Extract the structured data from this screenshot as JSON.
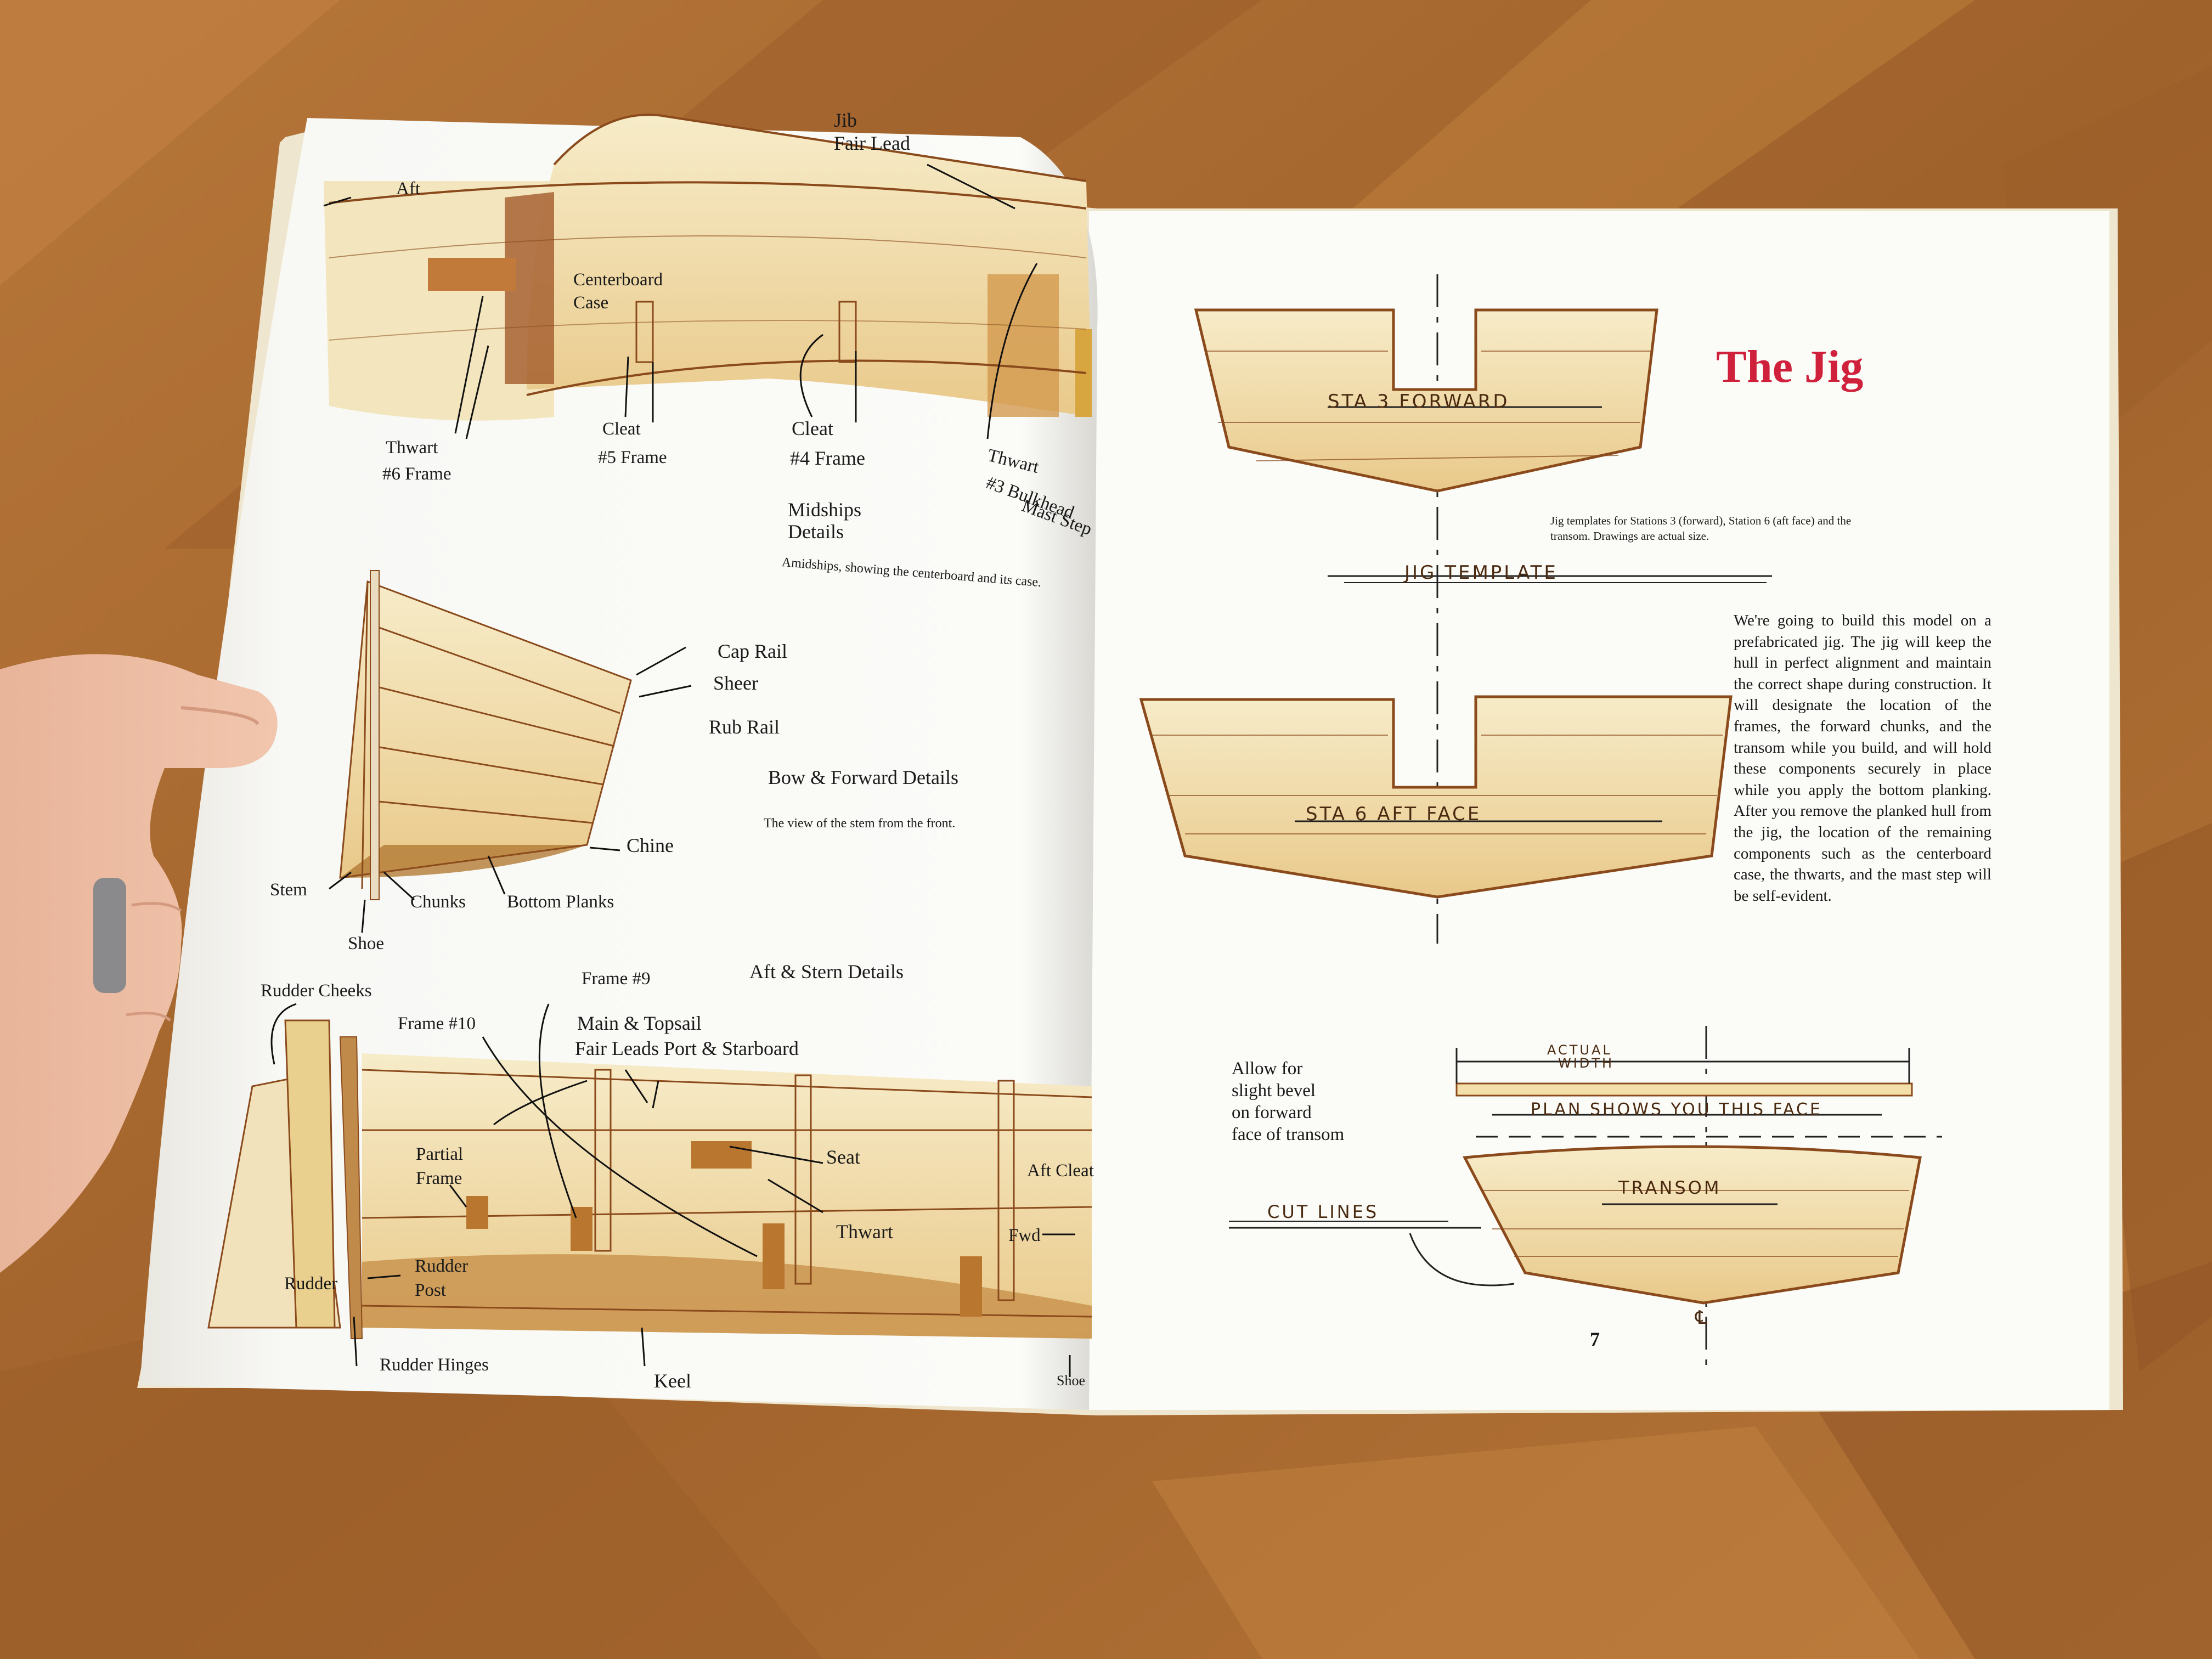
{
  "left_page": {
    "midships": {
      "labels": {
        "aft": "Aft",
        "jib_fair_lead_1": "Jib",
        "jib_fair_lead_2": "Fair Lead",
        "centerboard_case_1": "Centerboard",
        "centerboard_case_2": "Case",
        "thwart_left": "Thwart",
        "frame6": "#6 Frame",
        "cleat_left": "Cleat",
        "frame5": "#5 Frame",
        "cleat_mid": "Cleat",
        "frame4": "#4 Frame",
        "thwart_right": "Thwart",
        "bulkhead_1": "#3 Bulkhead",
        "bulkhead_2": "Mast Step"
      },
      "heading_1": "Midships",
      "heading_2": "Details",
      "caption": "Amidships, showing the centerboard and its case."
    },
    "bow": {
      "labels": {
        "cap_rail": "Cap Rail",
        "sheer": "Sheer",
        "rub_rail": "Rub Rail",
        "chine": "Chine",
        "stem": "Stem",
        "chunks": "Chunks",
        "bottom_planks": "Bottom Planks",
        "shoe": "Shoe"
      },
      "heading": "Bow & Forward Details",
      "caption": "The view of the stem from the front."
    },
    "stern": {
      "heading": "Aft & Stern Details",
      "labels": {
        "rudder_cheeks": "Rudder Cheeks",
        "frame9": "Frame #9",
        "frame10": "Frame #10",
        "main_topsail_1": "Main & Topsail",
        "main_topsail_2": "Fair Leads Port & Starboard",
        "partial_frame_1": "Partial",
        "partial_frame_2": "Frame",
        "seat": "Seat",
        "aft_cleat": "Aft Cleat",
        "thwart": "Thwart",
        "fwd": "Fwd",
        "rudder": "Rudder",
        "rudder_post_1": "Rudder",
        "rudder_post_2": "Post",
        "rudder_hinges": "Rudder Hinges",
        "keel": "Keel",
        "shoe": "Shoe"
      }
    }
  },
  "right_page": {
    "title": "The Jig",
    "caption_1": "Jig templates for Stations 3 (forward), Station 6 (aft face) and the",
    "caption_2": "transom. Drawings are actual size.",
    "body": "We're going to build this model on a prefabricated jig. The jig will keep the hull in perfect alignment and maintain the correct shape during construction. It will designate the location of the frames, the forward chunks, and the transom while you build, and will hold these components securely in place while you apply the bottom planking. After you remove the planked hull from the jig, the location of the remaining components such as the centerboard case, the thwarts, and the mast step will be self-evident.",
    "template_labels": {
      "sta3": "STA 3   FORWARD",
      "jig_template": "JIG TEMPLATE",
      "sta6": "STA 6   AFT FACE",
      "actual_width_1": "ACTUAL",
      "actual_width_2": "WIDTH",
      "plan_shows": "PLAN SHOWS YOU THIS FACE",
      "transom": "TRANSOM",
      "cut_lines": "CUT LINES",
      "centerline": "℄"
    },
    "bevel_note_1": "Allow for",
    "bevel_note_2": "slight bevel",
    "bevel_note_3": "on forward",
    "bevel_note_4": "face of transom",
    "page_number": "7"
  },
  "colors": {
    "table": "#a86a32",
    "page": "#fbfbf8",
    "wood_light": "#f3dfae",
    "wood_dark": "#8a4a1c",
    "title_red": "#d0213c"
  }
}
